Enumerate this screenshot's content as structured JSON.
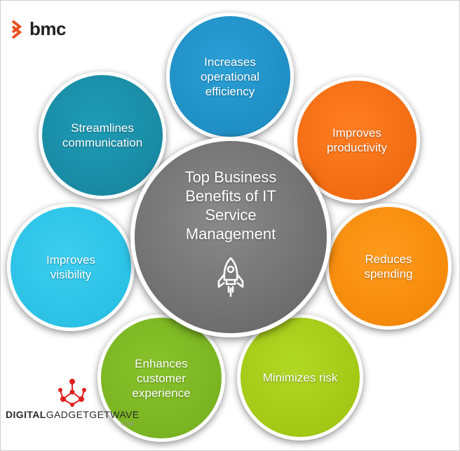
{
  "brand": {
    "logo_text": "bmc",
    "accent": "#e8501f"
  },
  "center": {
    "title_line1": "Top Business",
    "title_line2": "Benefits of IT",
    "title_line3": "Service",
    "title_line4": "Management",
    "icon": "rocket-icon",
    "color": "#777777"
  },
  "benefits": [
    {
      "line1": "Increases",
      "line2": "operational",
      "line3": "efficiency",
      "color": "#1f8fc4"
    },
    {
      "line1": "Improves",
      "line2": "productivity",
      "line3": "",
      "color": "#f26c12"
    },
    {
      "line1": "Reduces",
      "line2": "spending",
      "line3": "",
      "color": "#f58a0a"
    },
    {
      "line1": "Minimizes risk",
      "line2": "",
      "line3": "",
      "color": "#a3c815"
    },
    {
      "line1": "Enhances",
      "line2": "customer",
      "line3": "experience",
      "color": "#7ab421"
    },
    {
      "line1": "Improves",
      "line2": "visibility",
      "line3": "",
      "color": "#2bc2e6"
    },
    {
      "line1": "Streamlines",
      "line2": "communication",
      "line3": "",
      "color": "#1a8aa3"
    }
  ],
  "watermark": {
    "bold_part": "DIGITAL",
    "rest": "GADGETGETWAVE",
    "sub": "COM",
    "accent": "#e02020"
  }
}
